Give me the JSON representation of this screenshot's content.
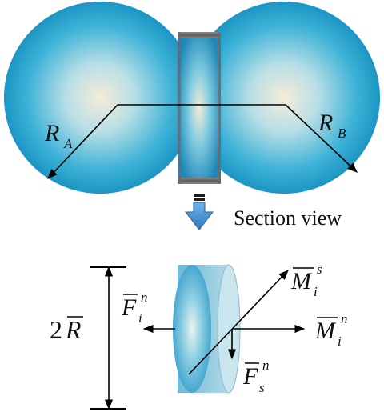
{
  "top_view": {
    "radius_a": {
      "symbol": "R",
      "subscript": "A"
    },
    "radius_b": {
      "symbol": "R",
      "subscript": "B"
    }
  },
  "section_view": {
    "caption": "Section view",
    "diameter": {
      "coefficient": "2",
      "symbol": "R"
    },
    "normal_force": {
      "symbol": "F",
      "subscript": "i",
      "superscript": "n"
    },
    "shear_force": {
      "symbol": "F",
      "subscript": "s",
      "superscript": "n"
    },
    "twisting_moment": {
      "symbol": "M",
      "subscript": "i",
      "superscript": "s"
    },
    "bending_moment": {
      "symbol": "M",
      "subscript": "i",
      "superscript": "n"
    }
  },
  "colors": {
    "sphere_edge": "#1b95c4",
    "sphere_center": "#f5ecd9",
    "bond_edge": "#2a7fa8",
    "arrow_icon": "#3b8fd0",
    "line": "#000000"
  }
}
